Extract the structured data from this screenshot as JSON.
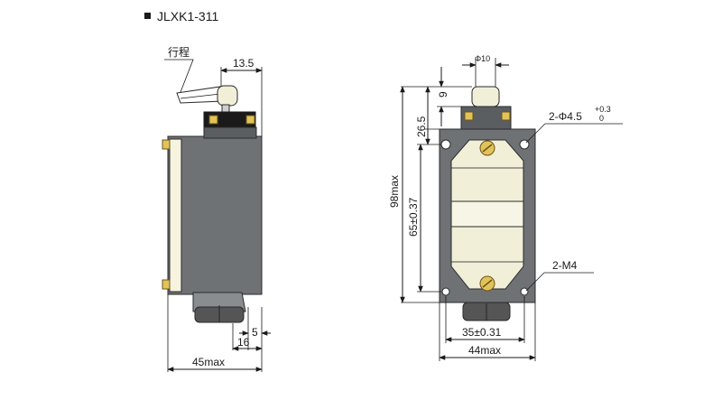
{
  "header": {
    "model": "JLXK1-311"
  },
  "side_view": {
    "stroke_label": "行程",
    "dim_13_5": "13.5",
    "dim_5": "5",
    "dim_16": "16",
    "dim_45max": "45max"
  },
  "front_view": {
    "dim_phi10": "Φ10",
    "dim_9": "9",
    "dim_26_5": "26.5",
    "dim_98max": "98max",
    "dim_65": "65±0.37",
    "dim_35": "35±0.31",
    "dim_44max": "44max",
    "hole_label_prefix": "2-Φ4.5",
    "hole_tol_upper": "+0.3",
    "hole_tol_lower": "0",
    "thread_label": "2-M4"
  },
  "colors": {
    "body": "#6f7275",
    "cream": "#f2efd9",
    "brass": "#e2c35a"
  }
}
